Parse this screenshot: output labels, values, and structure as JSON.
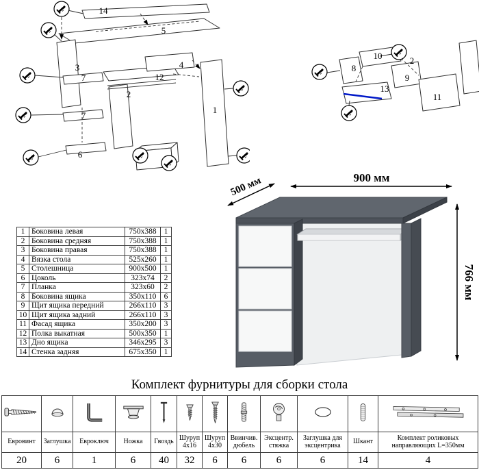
{
  "diagram": {
    "main_labels": [
      "14",
      "5",
      "3",
      "7",
      "12",
      "4",
      "2",
      "7",
      "6",
      "1"
    ],
    "drawer_labels": [
      "10",
      "8",
      "2",
      "9",
      "13",
      "11"
    ]
  },
  "desk": {
    "dim_width": "900 мм",
    "dim_depth": "500 мм",
    "dim_height": "766 мм"
  },
  "parts_table": {
    "rows": [
      {
        "num": "1",
        "name": "Боковина левая",
        "size": "750x388",
        "qty": "1"
      },
      {
        "num": "2",
        "name": "Боковина средняя",
        "size": "750x388",
        "qty": "1"
      },
      {
        "num": "3",
        "name": "Боковина правая",
        "size": "750x388",
        "qty": "1"
      },
      {
        "num": "4",
        "name": "Вязка стола",
        "size": "525x260",
        "qty": "1"
      },
      {
        "num": "5",
        "name": "Столешница",
        "size": "900x500",
        "qty": "1"
      },
      {
        "num": "6",
        "name": "Цоколь",
        "size": "323x74",
        "qty": "2"
      },
      {
        "num": "7",
        "name": "Планка",
        "size": "323x60",
        "qty": "2"
      },
      {
        "num": "8",
        "name": "Боковина ящика",
        "size": "350x110",
        "qty": "6"
      },
      {
        "num": "9",
        "name": "Щит ящика передний",
        "size": "266x110",
        "qty": "3"
      },
      {
        "num": "10",
        "name": "Щит ящика задний",
        "size": "266x110",
        "qty": "3"
      },
      {
        "num": "11",
        "name": "Фасад ящика",
        "size": "350x200",
        "qty": "3"
      },
      {
        "num": "12",
        "name": "Полка выкатная",
        "size": "500x350",
        "qty": "1"
      },
      {
        "num": "13",
        "name": "Дно ящика",
        "size": "346x295",
        "qty": "3"
      },
      {
        "num": "14",
        "name": "Стенка задняя",
        "size": "675x350",
        "qty": "1"
      }
    ]
  },
  "hardware": {
    "title": "Комплект фурнитуры для сборки стола",
    "items": [
      {
        "icon": "euro-screw-icon",
        "name": "Евровинт",
        "qty": "20"
      },
      {
        "icon": "cap-icon",
        "name": "Заглушка",
        "qty": "6"
      },
      {
        "icon": "hex-key-icon",
        "name": "Евроключ",
        "qty": "1"
      },
      {
        "icon": "leg-icon",
        "name": "Ножка",
        "qty": "6"
      },
      {
        "icon": "nail-icon",
        "name": "Гвоздь",
        "qty": "40"
      },
      {
        "icon": "screw-4x16-icon",
        "name": "Шуруп 4x16",
        "qty": "32"
      },
      {
        "icon": "screw-4x30-icon",
        "name": "Шуруп 4x30",
        "qty": "6"
      },
      {
        "icon": "dowel-screw-icon",
        "name": "Ввинчив. дюбель",
        "qty": "6"
      },
      {
        "icon": "cam-lock-icon",
        "name": "Эксцентр. стяжка",
        "qty": "6"
      },
      {
        "icon": "oval-cap-icon",
        "name": "Заглушка для эксцентрика",
        "qty": "6"
      },
      {
        "icon": "dowel-icon",
        "name": "Шкант",
        "qty": "14"
      },
      {
        "icon": "rail-icon",
        "name": "Комплект роликовых направляющих L=350мм",
        "qty": "4"
      }
    ]
  }
}
